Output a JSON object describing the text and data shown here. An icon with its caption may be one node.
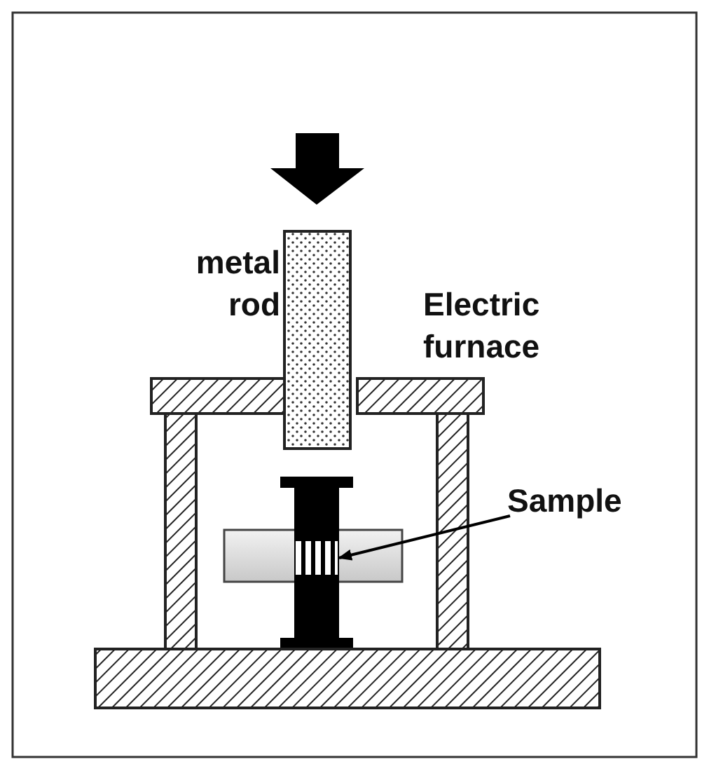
{
  "diagram": {
    "nodes": [
      {
        "text": [
          "Sample"
        ]
      },
      {
        "text": [],
        "shape": "box"
      }
    ],
    "edges": [
      {
        "from": 0,
        "to": 1,
        "arrow": "to"
      }
    ],
    "labels": [
      "metal rod",
      "Electric furnace"
    ]
  }
}
